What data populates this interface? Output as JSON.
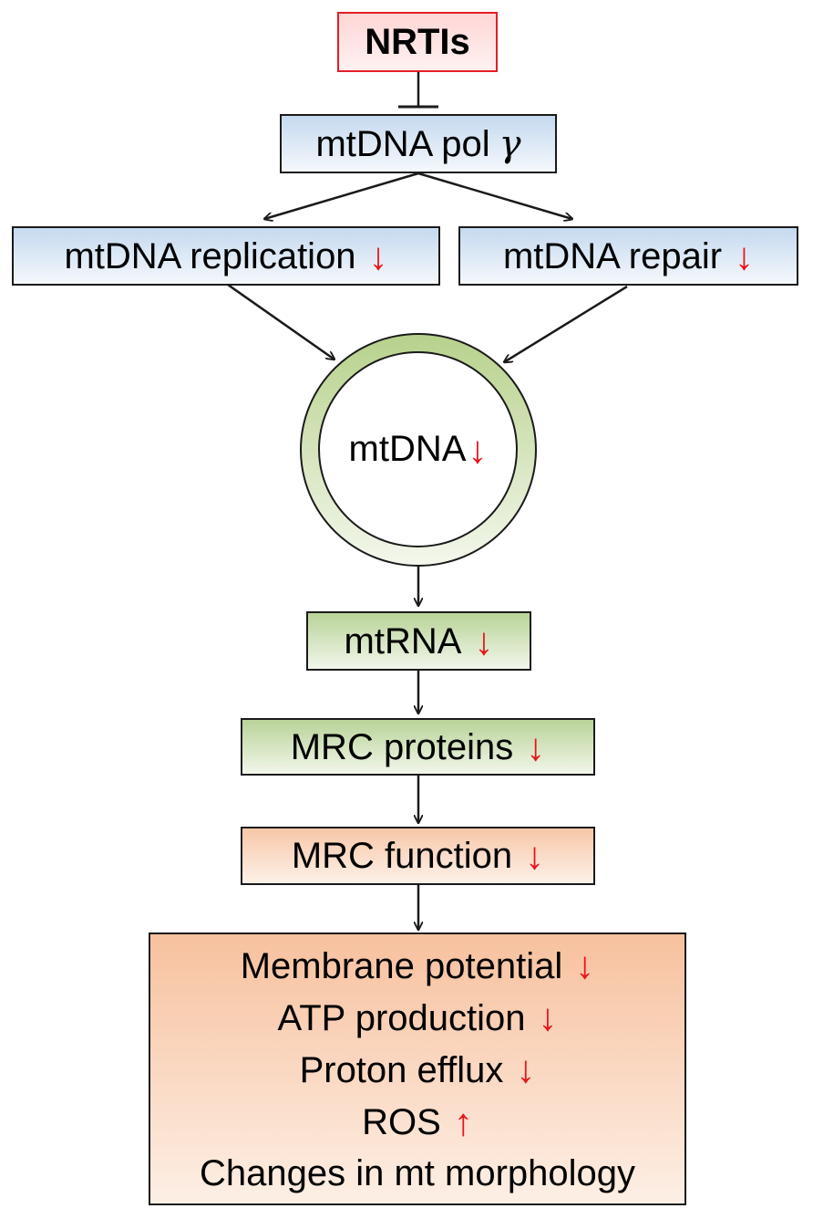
{
  "diagram": {
    "inhibitor": {
      "label": "NRTIs"
    },
    "target": {
      "label": "mtDNA pol",
      "symbol": "γ"
    },
    "replication": {
      "label": "mtDNA replication",
      "arrow": "↓"
    },
    "repair": {
      "label": "mtDNA repair",
      "arrow": "↓"
    },
    "mtdna": {
      "label": "mtDNA",
      "arrow": "↓"
    },
    "mtrna": {
      "label": "mtRNA",
      "arrow": "↓"
    },
    "mrc_proteins": {
      "label": "MRC proteins",
      "arrow": "↓"
    },
    "mrc_function": {
      "label": "MRC function",
      "arrow": "↓"
    },
    "effects": [
      {
        "label": "Membrane potential",
        "arrow": "↓"
      },
      {
        "label": "ATP production",
        "arrow": "↓"
      },
      {
        "label": "Proton efflux",
        "arrow": "↓"
      },
      {
        "label": "ROS",
        "arrow": "↑"
      },
      {
        "label": "Changes in mt morphology",
        "arrow": ""
      }
    ],
    "colors": {
      "inhibitor_border": "#e11f26",
      "arrow_red": "#e8141b",
      "box_blue": "#c5d9ef",
      "box_green": "#b9d398",
      "box_peach": "#f7c7a8"
    }
  }
}
